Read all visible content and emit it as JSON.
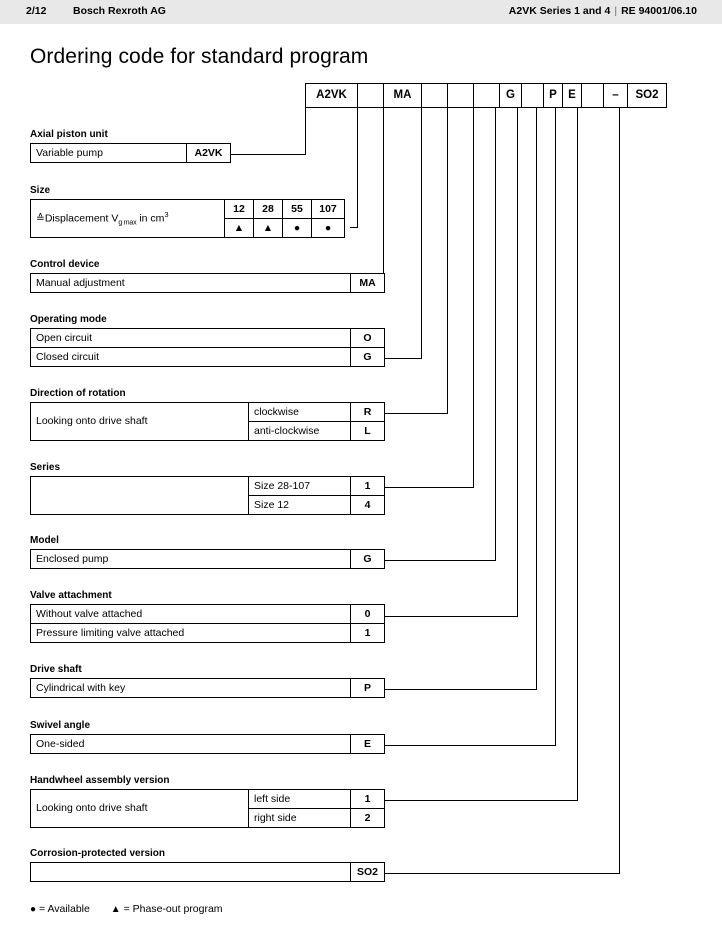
{
  "header": {
    "page_number": "2/12",
    "company": "Bosch Rexroth AG",
    "doc_series": "A2VK Series 1 and 4",
    "doc_separator": "|",
    "doc_number": "RE 94001/06.10"
  },
  "page_title": "Ordering code for standard program",
  "ordering_code": {
    "cells": [
      {
        "label": "A2VK",
        "width": 52
      },
      {
        "label": "",
        "width": 26
      },
      {
        "label": "MA",
        "width": 38
      },
      {
        "label": "",
        "width": 26
      },
      {
        "label": "",
        "width": 26
      },
      {
        "label": "",
        "width": 26
      },
      {
        "label": "G",
        "width": 22
      },
      {
        "label": "",
        "width": 22
      },
      {
        "label": "P",
        "width": 19
      },
      {
        "label": "E",
        "width": 19
      },
      {
        "label": "",
        "width": 22
      },
      {
        "label": "–",
        "width": 24
      },
      {
        "label": "SO2",
        "width": 38
      }
    ]
  },
  "sections": [
    {
      "key": "axial_piston_unit",
      "title": "Axial piston unit",
      "rows": [
        {
          "label": "Variable pump",
          "code": "A2VK"
        }
      ]
    },
    {
      "key": "size",
      "title": "Size",
      "label": "Displacement V",
      "label_prefix": "≙",
      "label_sub": "g max",
      "label_suffix": " in cm",
      "label_sup": "3",
      "values": [
        "12",
        "28",
        "55",
        "107"
      ],
      "symbols": [
        "▲",
        "▲",
        "●",
        "●"
      ]
    },
    {
      "key": "control_device",
      "title": "Control device",
      "rows": [
        {
          "label": "Manual adjustment",
          "code": "MA"
        }
      ]
    },
    {
      "key": "operating_mode",
      "title": "Operating mode",
      "rows": [
        {
          "label": "Open circuit",
          "code": "O"
        },
        {
          "label": "Closed circuit",
          "code": "G"
        }
      ]
    },
    {
      "key": "direction_of_rotation",
      "title": "Direction of rotation",
      "merged_label": "Looking onto drive shaft",
      "rows": [
        {
          "mid": "clockwise",
          "code": "R"
        },
        {
          "mid": "anti-clockwise",
          "code": "L"
        }
      ]
    },
    {
      "key": "series",
      "title": "Series",
      "merged_label": "",
      "rows": [
        {
          "mid": "Size 28-107",
          "code": "1"
        },
        {
          "mid": "Size 12",
          "code": "4"
        }
      ]
    },
    {
      "key": "model",
      "title": "Model",
      "rows": [
        {
          "label": "Enclosed pump",
          "code": "G"
        }
      ]
    },
    {
      "key": "valve_attachment",
      "title": "Valve attachment",
      "rows": [
        {
          "label": "Without valve attached",
          "code": "0"
        },
        {
          "label": "Pressure limiting valve attached",
          "code": "1"
        }
      ]
    },
    {
      "key": "drive_shaft",
      "title": "Drive shaft",
      "rows": [
        {
          "label": "Cylindrical with key",
          "code": "P"
        }
      ]
    },
    {
      "key": "swivel_angle",
      "title": "Swivel angle",
      "rows": [
        {
          "label": "One-sided",
          "code": "E"
        }
      ]
    },
    {
      "key": "handwheel_assembly_version",
      "title": "Handwheel assembly version",
      "merged_label": "Looking onto drive shaft",
      "rows": [
        {
          "mid": "left side",
          "code": "1"
        },
        {
          "mid": "right side",
          "code": "2"
        }
      ]
    },
    {
      "key": "corrosion_protected_version",
      "title": "Corrosion-protected version",
      "rows": [
        {
          "label": "",
          "code": "SO2"
        }
      ]
    }
  ],
  "legend": {
    "available_symbol": "●",
    "available_text": "= Available",
    "phaseout_symbol": "▲",
    "phaseout_text": "= Phase-out program"
  }
}
